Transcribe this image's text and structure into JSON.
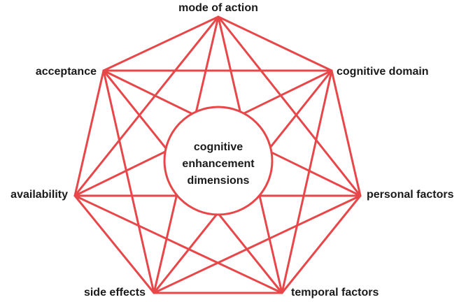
{
  "diagram": {
    "center": {
      "lines": [
        "cognitive",
        "enhancement",
        "dimensions"
      ]
    },
    "nodes": [
      {
        "label": "mode of action"
      },
      {
        "label": "cognitive domain"
      },
      {
        "label": "personal factors"
      },
      {
        "label": "temporal factors"
      },
      {
        "label": "side effects"
      },
      {
        "label": "availability"
      },
      {
        "label": "acceptance"
      }
    ],
    "colors": {
      "line": "#e8474a",
      "text": "#1a1a1a",
      "background": "#ffffff"
    }
  }
}
